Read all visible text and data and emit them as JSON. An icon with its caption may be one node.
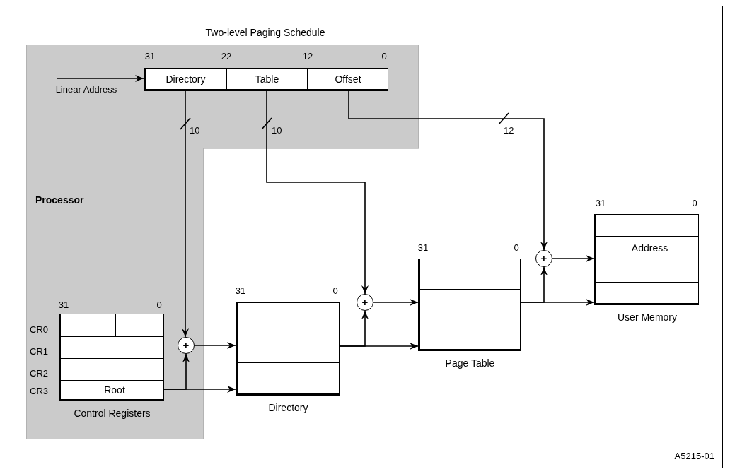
{
  "diagram": {
    "title": "Two-level Paging Schedule",
    "nodes": [
      {
        "text": [
          "Processor"
        ]
      },
      {
        "text": [
          "Directory"
        ],
        "in": 0
      },
      {
        "text": [
          "Table"
        ],
        "in": 0
      },
      {
        "text": [
          "Offset"
        ],
        "in": 0
      },
      {
        "text": [],
        "shape": "box",
        "in": 0,
        "beside": [
          "Control Registers"
        ]
      },
      {
        "text": [
          "Root"
        ],
        "in": 4
      },
      {
        "text": [
          "+"
        ],
        "in": 0
      },
      {
        "text": [],
        "shape": "box",
        "beside": [
          "Directory"
        ]
      },
      {
        "text": [
          "+"
        ]
      },
      {
        "text": [],
        "shape": "box",
        "beside": [
          "Page Table"
        ]
      },
      {
        "text": [
          "+"
        ]
      },
      {
        "text": [],
        "shape": "box",
        "beside": [
          "User Memory"
        ]
      },
      {
        "text": [
          "Address"
        ],
        "in": 11
      }
    ],
    "edges": [
      {
        "from": null,
        "to": 1,
        "arrow": "to"
      },
      {
        "from": 1,
        "to": 6,
        "arrow": "to",
        "label": "10"
      },
      {
        "from": 2,
        "to": 8,
        "arrow": "to",
        "label": "10"
      },
      {
        "from": 3,
        "to": 10,
        "arrow": "to",
        "label": "12"
      },
      {
        "from": 5,
        "to": 6,
        "arrow": "to"
      },
      {
        "from": 5,
        "to": 7,
        "arrow": "to"
      },
      {
        "from": 6,
        "to": 7,
        "arrow": "to"
      },
      {
        "from": 7,
        "to": 8,
        "arrow": "to"
      },
      {
        "from": 7,
        "to": 9,
        "arrow": "to"
      },
      {
        "from": 8,
        "to": 9,
        "arrow": "to"
      },
      {
        "from": 9,
        "to": 10,
        "arrow": "to"
      },
      {
        "from": 9,
        "to": 11,
        "arrow": "to"
      },
      {
        "from": 10,
        "to": 11,
        "arrow": "to"
      }
    ],
    "labels": [
      "31",
      "22",
      "12",
      "0",
      "Linear Address",
      "31",
      "0",
      "31",
      "0",
      "31",
      "0",
      "31",
      "0",
      "CR0",
      "CR1",
      "CR2",
      "CR3",
      "A5215-01"
    ]
  }
}
